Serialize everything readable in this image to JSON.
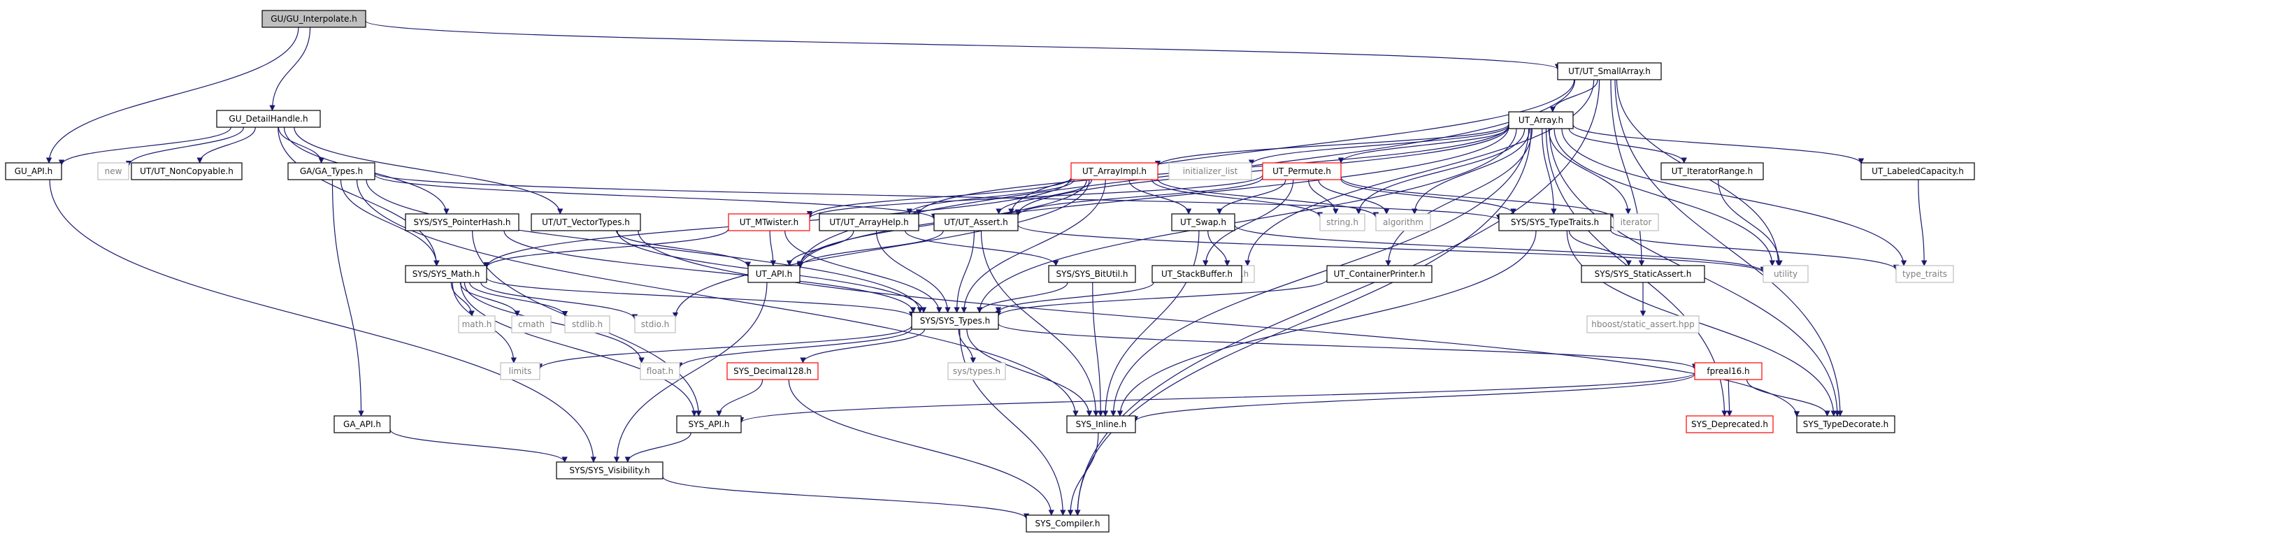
{
  "graph": {
    "nodes": [
      {
        "id": "gu_interp",
        "label": "GU/GU_Interpolate.h",
        "kind": "root"
      },
      {
        "id": "ut_smallarray",
        "label": "UT/UT_SmallArray.h",
        "kind": "normal"
      },
      {
        "id": "gu_detail",
        "label": "GU_DetailHandle.h",
        "kind": "normal"
      },
      {
        "id": "ut_array",
        "label": "UT_Array.h",
        "kind": "normal"
      },
      {
        "id": "gu_api",
        "label": "GU_API.h",
        "kind": "normal"
      },
      {
        "id": "new",
        "label": "new",
        "kind": "external"
      },
      {
        "id": "ut_noncopy",
        "label": "UT/UT_NonCopyable.h",
        "kind": "normal"
      },
      {
        "id": "ga_types",
        "label": "GA/GA_Types.h",
        "kind": "normal"
      },
      {
        "id": "ut_arrayimpl",
        "label": "UT_ArrayImpl.h",
        "kind": "truncated"
      },
      {
        "id": "init_list",
        "label": "initializer_list",
        "kind": "external"
      },
      {
        "id": "ut_permute",
        "label": "UT_Permute.h",
        "kind": "truncated"
      },
      {
        "id": "ut_iterrange",
        "label": "UT_IteratorRange.h",
        "kind": "normal"
      },
      {
        "id": "ut_labeled",
        "label": "UT_LabeledCapacity.h",
        "kind": "normal"
      },
      {
        "id": "sys_ptrhash",
        "label": "SYS/SYS_PointerHash.h",
        "kind": "normal"
      },
      {
        "id": "ut_vectypes",
        "label": "UT/UT_VectorTypes.h",
        "kind": "normal"
      },
      {
        "id": "ut_mtwister",
        "label": "UT_MTwister.h",
        "kind": "truncated"
      },
      {
        "id": "ut_arrayhelp",
        "label": "UT/UT_ArrayHelp.h",
        "kind": "normal"
      },
      {
        "id": "ut_assert",
        "label": "UT/UT_Assert.h",
        "kind": "normal"
      },
      {
        "id": "ut_swap",
        "label": "UT_Swap.h",
        "kind": "normal"
      },
      {
        "id": "string_h",
        "label": "string.h",
        "kind": "external"
      },
      {
        "id": "algorithm",
        "label": "algorithm",
        "kind": "external"
      },
      {
        "id": "sys_typetraits",
        "label": "SYS/SYS_TypeTraits.h",
        "kind": "normal"
      },
      {
        "id": "iterator",
        "label": "iterator",
        "kind": "external"
      },
      {
        "id": "sys_math",
        "label": "SYS/SYS_Math.h",
        "kind": "normal"
      },
      {
        "id": "ut_api",
        "label": "UT_API.h",
        "kind": "normal"
      },
      {
        "id": "sys_bitutil",
        "label": "SYS/SYS_BitUtil.h",
        "kind": "normal"
      },
      {
        "id": "stddef",
        "label": "stddef.h",
        "kind": "external"
      },
      {
        "id": "ut_stackbuf",
        "label": "UT_StackBuffer.h",
        "kind": "normal"
      },
      {
        "id": "ut_contprint",
        "label": "UT_ContainerPrinter.h",
        "kind": "normal"
      },
      {
        "id": "sys_staticassert",
        "label": "SYS/SYS_StaticAssert.h",
        "kind": "normal"
      },
      {
        "id": "utility",
        "label": "utility",
        "kind": "external"
      },
      {
        "id": "type_traits",
        "label": "type_traits",
        "kind": "external"
      },
      {
        "id": "hboost",
        "label": "hboost/static_assert.hpp",
        "kind": "external"
      },
      {
        "id": "math_h",
        "label": "math.h",
        "kind": "external"
      },
      {
        "id": "cmath",
        "label": "cmath",
        "kind": "external"
      },
      {
        "id": "stdlib",
        "label": "stdlib.h",
        "kind": "external"
      },
      {
        "id": "stdio",
        "label": "stdio.h",
        "kind": "external"
      },
      {
        "id": "sys_types",
        "label": "SYS/SYS_Types.h",
        "kind": "normal"
      },
      {
        "id": "limits",
        "label": "limits",
        "kind": "external"
      },
      {
        "id": "float_h",
        "label": "float.h",
        "kind": "external"
      },
      {
        "id": "sys_decimal",
        "label": "SYS_Decimal128.h",
        "kind": "truncated"
      },
      {
        "id": "systypes_h",
        "label": "sys/types.h",
        "kind": "external"
      },
      {
        "id": "fpreal16",
        "label": "fpreal16.h",
        "kind": "truncated"
      },
      {
        "id": "ga_api",
        "label": "GA_API.h",
        "kind": "normal"
      },
      {
        "id": "sys_api",
        "label": "SYS_API.h",
        "kind": "normal"
      },
      {
        "id": "sys_inline",
        "label": "SYS_Inline.h",
        "kind": "normal"
      },
      {
        "id": "sys_deprecated",
        "label": "SYS_Deprecated.h",
        "kind": "truncated"
      },
      {
        "id": "sys_typedecorate",
        "label": "SYS_TypeDecorate.h",
        "kind": "normal"
      },
      {
        "id": "sys_visibility",
        "label": "SYS/SYS_Visibility.h",
        "kind": "normal"
      },
      {
        "id": "sys_compiler",
        "label": "SYS_Compiler.h",
        "kind": "normal"
      }
    ],
    "edges": [
      [
        "gu_interp",
        "ut_smallarray"
      ],
      [
        "gu_interp",
        "gu_detail"
      ],
      [
        "gu_interp",
        "gu_api"
      ],
      [
        "ut_smallarray",
        "ut_array"
      ],
      [
        "ut_smallarray",
        "ut_assert"
      ],
      [
        "ut_smallarray",
        "ut_api"
      ],
      [
        "ut_smallarray",
        "stddef"
      ],
      [
        "ut_smallarray",
        "sys_staticassert"
      ],
      [
        "ut_smallarray",
        "utility"
      ],
      [
        "ut_smallarray",
        "sys_typedecorate"
      ],
      [
        "ut_smallarray",
        "sys_compiler"
      ],
      [
        "gu_detail",
        "gu_api"
      ],
      [
        "gu_detail",
        "new"
      ],
      [
        "gu_detail",
        "ut_noncopy"
      ],
      [
        "gu_detail",
        "ga_types"
      ],
      [
        "gu_detail",
        "sys_ptrhash"
      ],
      [
        "gu_detail",
        "ut_vectypes"
      ],
      [
        "gu_detail",
        "sys_math"
      ],
      [
        "ut_array",
        "ut_arrayimpl"
      ],
      [
        "ut_array",
        "init_list"
      ],
      [
        "ut_array",
        "ut_permute"
      ],
      [
        "ut_array",
        "ut_iterrange"
      ],
      [
        "ut_array",
        "ut_labeled"
      ],
      [
        "ut_array",
        "ut_arrayhelp"
      ],
      [
        "ut_array",
        "ut_assert"
      ],
      [
        "ut_array",
        "ut_api"
      ],
      [
        "ut_array",
        "string_h"
      ],
      [
        "ut_array",
        "algorithm"
      ],
      [
        "ut_array",
        "sys_typetraits"
      ],
      [
        "ut_array",
        "iterator"
      ],
      [
        "ut_array",
        "ut_contprint"
      ],
      [
        "ut_array",
        "utility"
      ],
      [
        "ut_array",
        "type_traits"
      ],
      [
        "ut_array",
        "sys_types"
      ],
      [
        "ut_array",
        "sys_inline"
      ],
      [
        "ut_array",
        "sys_deprecated"
      ],
      [
        "ut_array",
        "sys_typedecorate"
      ],
      [
        "ut_array",
        "sys_compiler"
      ],
      [
        "gu_api",
        "sys_visibility"
      ],
      [
        "ga_types",
        "ut_assert"
      ],
      [
        "ga_types",
        "sys_math"
      ],
      [
        "ga_types",
        "sys_types"
      ],
      [
        "ga_types",
        "ga_api"
      ],
      [
        "ga_types",
        "sys_inline"
      ],
      [
        "ga_types",
        "sys_typetraits"
      ],
      [
        "ut_arrayimpl",
        "ut_mtwister"
      ],
      [
        "ut_arrayimpl",
        "ut_arrayhelp"
      ],
      [
        "ut_arrayimpl",
        "ut_assert"
      ],
      [
        "ut_arrayimpl",
        "ut_swap"
      ],
      [
        "ut_arrayimpl",
        "string_h"
      ],
      [
        "ut_arrayimpl",
        "algorithm"
      ],
      [
        "ut_arrayimpl",
        "ut_api"
      ],
      [
        "ut_arrayimpl",
        "sys_types"
      ],
      [
        "ut_arrayimpl",
        "stdio"
      ],
      [
        "ut_arrayimpl",
        "sys_math"
      ],
      [
        "ut_permute",
        "ut_assert"
      ],
      [
        "ut_permute",
        "ut_swap"
      ],
      [
        "ut_permute",
        "ut_stackbuf"
      ],
      [
        "ut_permute",
        "string_h"
      ],
      [
        "ut_permute",
        "algorithm"
      ],
      [
        "ut_permute",
        "iterator"
      ],
      [
        "ut_permute",
        "sys_typetraits"
      ],
      [
        "ut_permute",
        "ut_mtwister"
      ],
      [
        "ut_iterrange",
        "utility"
      ],
      [
        "ut_labeled",
        "type_traits"
      ],
      [
        "sys_ptrhash",
        "sys_types"
      ],
      [
        "sys_ptrhash",
        "sys_api"
      ],
      [
        "ut_vectypes",
        "ut_api"
      ],
      [
        "ut_vectypes",
        "sys_types"
      ],
      [
        "ut_vectypes",
        "sys_typedecorate"
      ],
      [
        "ut_mtwister",
        "ut_api"
      ],
      [
        "ut_mtwister",
        "sys_math"
      ],
      [
        "ut_mtwister",
        "sys_types"
      ],
      [
        "ut_arrayhelp",
        "ut_api"
      ],
      [
        "ut_arrayhelp",
        "sys_types"
      ],
      [
        "ut_arrayhelp",
        "sys_bitutil"
      ],
      [
        "ut_assert",
        "ut_api"
      ],
      [
        "ut_assert",
        "sys_types"
      ],
      [
        "ut_assert",
        "utility"
      ],
      [
        "ut_assert",
        "sys_inline"
      ],
      [
        "ut_swap",
        "stddef"
      ],
      [
        "ut_swap",
        "utility"
      ],
      [
        "ut_swap",
        "sys_inline"
      ],
      [
        "sys_typetraits",
        "sys_staticassert"
      ],
      [
        "sys_typetraits",
        "type_traits"
      ],
      [
        "sys_typetraits",
        "sys_inline"
      ],
      [
        "sys_typetraits",
        "sys_typedecorate"
      ],
      [
        "sys_math",
        "math_h"
      ],
      [
        "sys_math",
        "cmath"
      ],
      [
        "sys_math",
        "stdlib"
      ],
      [
        "sys_math",
        "stdio"
      ],
      [
        "sys_math",
        "limits"
      ],
      [
        "sys_math",
        "float_h"
      ],
      [
        "sys_math",
        "sys_types"
      ],
      [
        "sys_math",
        "sys_api"
      ],
      [
        "ut_api",
        "sys_visibility"
      ],
      [
        "sys_bitutil",
        "sys_types"
      ],
      [
        "sys_bitutil",
        "sys_inline"
      ],
      [
        "ut_stackbuf",
        "sys_types"
      ],
      [
        "ut_contprint",
        "sys_types"
      ],
      [
        "sys_staticassert",
        "hboost"
      ],
      [
        "sys_types",
        "limits"
      ],
      [
        "sys_types",
        "float_h"
      ],
      [
        "sys_types",
        "sys_decimal"
      ],
      [
        "sys_types",
        "systypes_h"
      ],
      [
        "sys_types",
        "fpreal16"
      ],
      [
        "sys_types",
        "sys_inline"
      ],
      [
        "sys_types",
        "sys_compiler"
      ],
      [
        "sys_decimal",
        "sys_api"
      ],
      [
        "sys_decimal",
        "sys_compiler"
      ],
      [
        "fpreal16",
        "sys_api"
      ],
      [
        "fpreal16",
        "sys_inline"
      ],
      [
        "fpreal16",
        "sys_deprecated"
      ],
      [
        "fpreal16",
        "sys_typedecorate"
      ],
      [
        "ga_api",
        "sys_visibility"
      ],
      [
        "sys_api",
        "sys_visibility"
      ],
      [
        "sys_inline",
        "sys_compiler"
      ],
      [
        "sys_visibility",
        "sys_compiler"
      ]
    ]
  },
  "colors": {
    "edge": "#191970",
    "node_border": "#000000",
    "external_border": "#bfbfbf",
    "external_text": "#7f7f7f",
    "truncated_border": "#ff0000",
    "root_fill": "#bfbfbf",
    "fill": "#ffffff",
    "text": "#000000"
  }
}
